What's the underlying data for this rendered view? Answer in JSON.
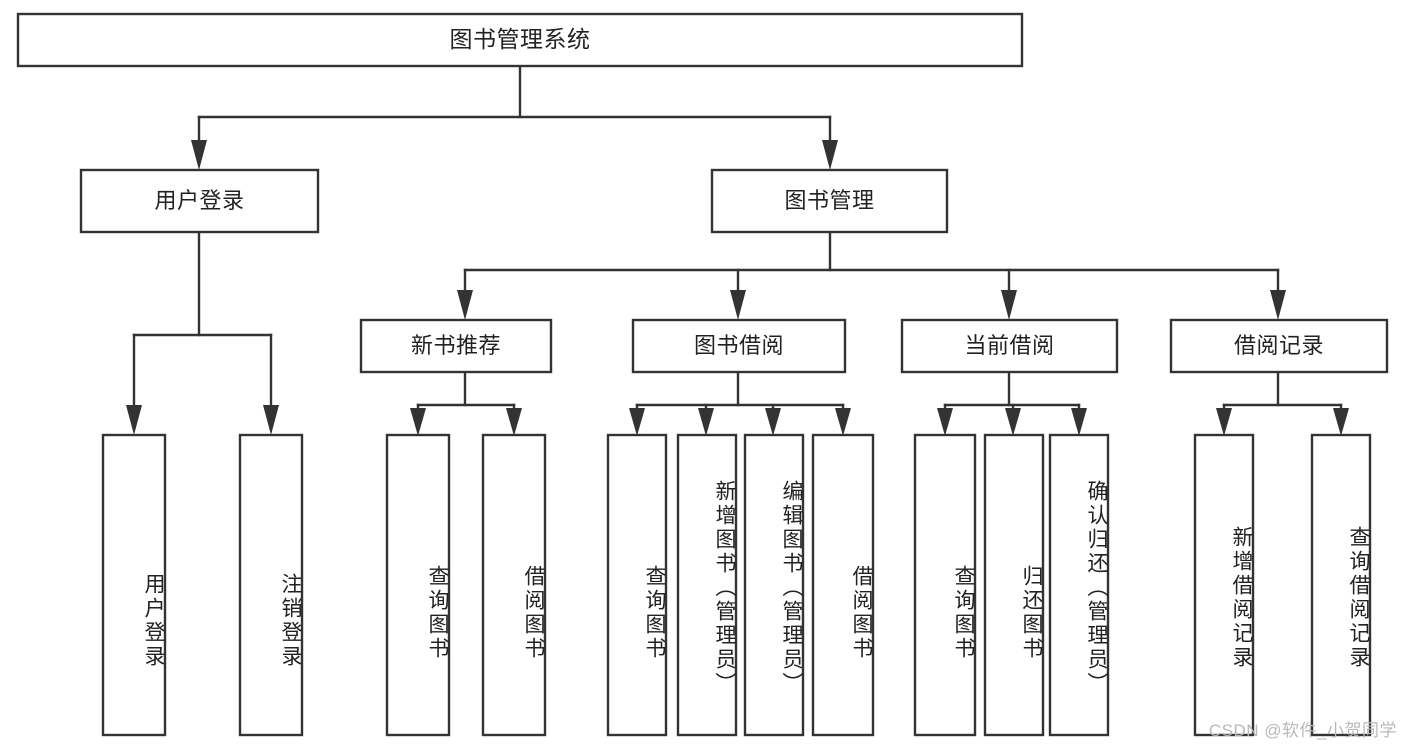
{
  "diagram": {
    "title": "图书管理系统",
    "type": "hierarchy-tree",
    "watermark": "CSDN @软件_小贺同学",
    "colors": {
      "stroke": "#333333",
      "box_fill": "#ffffff",
      "text": "#222222",
      "watermark": "#b9b9b9",
      "background": "#ffffff"
    },
    "nodes": {
      "root": {
        "label": "图书管理系统"
      },
      "level2": [
        {
          "id": "user-login",
          "label": "用户登录"
        },
        {
          "id": "book-management",
          "label": "图书管理"
        }
      ],
      "level3": [
        {
          "id": "new-book-recommend",
          "label": "新书推荐"
        },
        {
          "id": "book-borrow",
          "label": "图书借阅"
        },
        {
          "id": "current-borrow",
          "label": "当前借阅"
        },
        {
          "id": "borrow-record",
          "label": "借阅记录"
        }
      ],
      "leaves": {
        "user_login": [
          {
            "id": "leaf-user-login",
            "label": "用户登录"
          },
          {
            "id": "leaf-logout-login",
            "label": "注销登录"
          }
        ],
        "new_book_recommend": [
          {
            "id": "leaf-query-book-1",
            "label": "查询图书"
          },
          {
            "id": "leaf-borrow-book-1",
            "label": "借阅图书"
          }
        ],
        "book_borrow": [
          {
            "id": "leaf-query-book-2",
            "label": "查询图书"
          },
          {
            "id": "leaf-add-book",
            "label": "新增图书（管理员）"
          },
          {
            "id": "leaf-edit-book",
            "label": "编辑图书（管理员）"
          },
          {
            "id": "leaf-borrow-book-2",
            "label": "借阅图书"
          }
        ],
        "current_borrow": [
          {
            "id": "leaf-query-book-3",
            "label": "查询图书"
          },
          {
            "id": "leaf-return-book",
            "label": "归还图书"
          },
          {
            "id": "leaf-confirm-return",
            "label": "确认归还（管理员）"
          }
        ],
        "borrow_record": [
          {
            "id": "leaf-add-record",
            "label": "新增借阅记录"
          },
          {
            "id": "leaf-query-record",
            "label": "查询借阅记录"
          }
        ]
      }
    }
  }
}
